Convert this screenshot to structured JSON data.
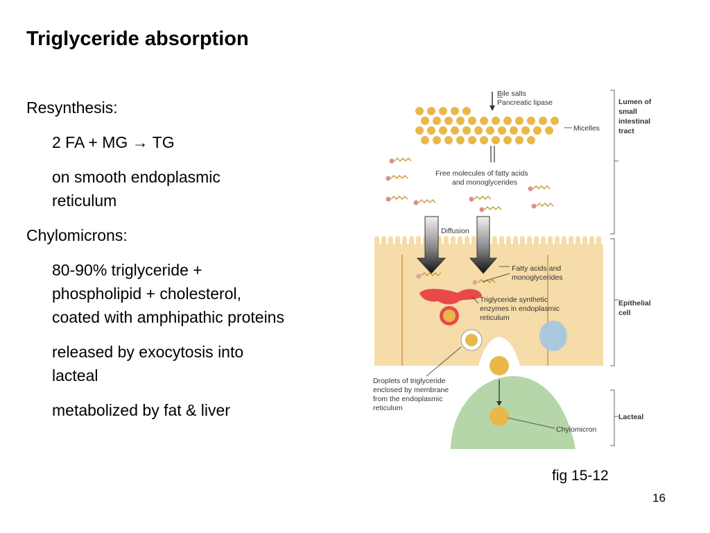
{
  "slide": {
    "title": "Triglyceride absorption",
    "caption": "fig 15-12",
    "page_number": "16"
  },
  "bullets": {
    "resynthesis_heading": "Resynthesis:",
    "equation": {
      "left": "2 FA + MG",
      "arrow": "→",
      "right": "TG"
    },
    "er_line1": "on smooth endoplasmic",
    "er_line2": "reticulum",
    "chylo_heading": "Chylomicrons:",
    "comp_line1": "80-90% triglyceride +",
    "comp_line2": "phospholipid + cholesterol,",
    "comp_line3": "coated with amphipathic proteins",
    "release_line1": "released by exocytosis into",
    "release_line2": "lacteal",
    "metab": "metabolized by fat & liver"
  },
  "figure": {
    "bile_salts": "Bile salts",
    "pancreatic_lipase": "Pancreatic lipase",
    "micelles": "Micelles",
    "free_molecules_1": "Free molecules of fatty acids",
    "free_molecules_2": "and monoglycerides",
    "diffusion": "Diffusion",
    "fa_mg_1": "Fatty acids and",
    "fa_mg_2": "monoglycerides",
    "tg_enzymes_1": "Triglyceride synthetic",
    "tg_enzymes_2": "enzymes in endoplasmic",
    "tg_enzymes_3": "reticulum",
    "droplets_1": "Droplets of triglyceride",
    "droplets_2": "enclosed by membrane",
    "droplets_3": "from the endoplasmic",
    "droplets_4": "reticulum",
    "chylomicron": "Chylomicron",
    "lumen_1": "Lumen of",
    "lumen_2": "small",
    "lumen_3": "intestinal",
    "lumen_4": "tract",
    "epithelial_1": "Epithelial",
    "epithelial_2": "cell",
    "lacteal": "Lacteal",
    "colors": {
      "micelle_gold": "#e8b84a",
      "cell_tan": "#f5dca8",
      "lacteal_green": "#b5d6a8",
      "er_red": "#e84a4a",
      "nucleus_blue": "#a9c8de"
    }
  }
}
